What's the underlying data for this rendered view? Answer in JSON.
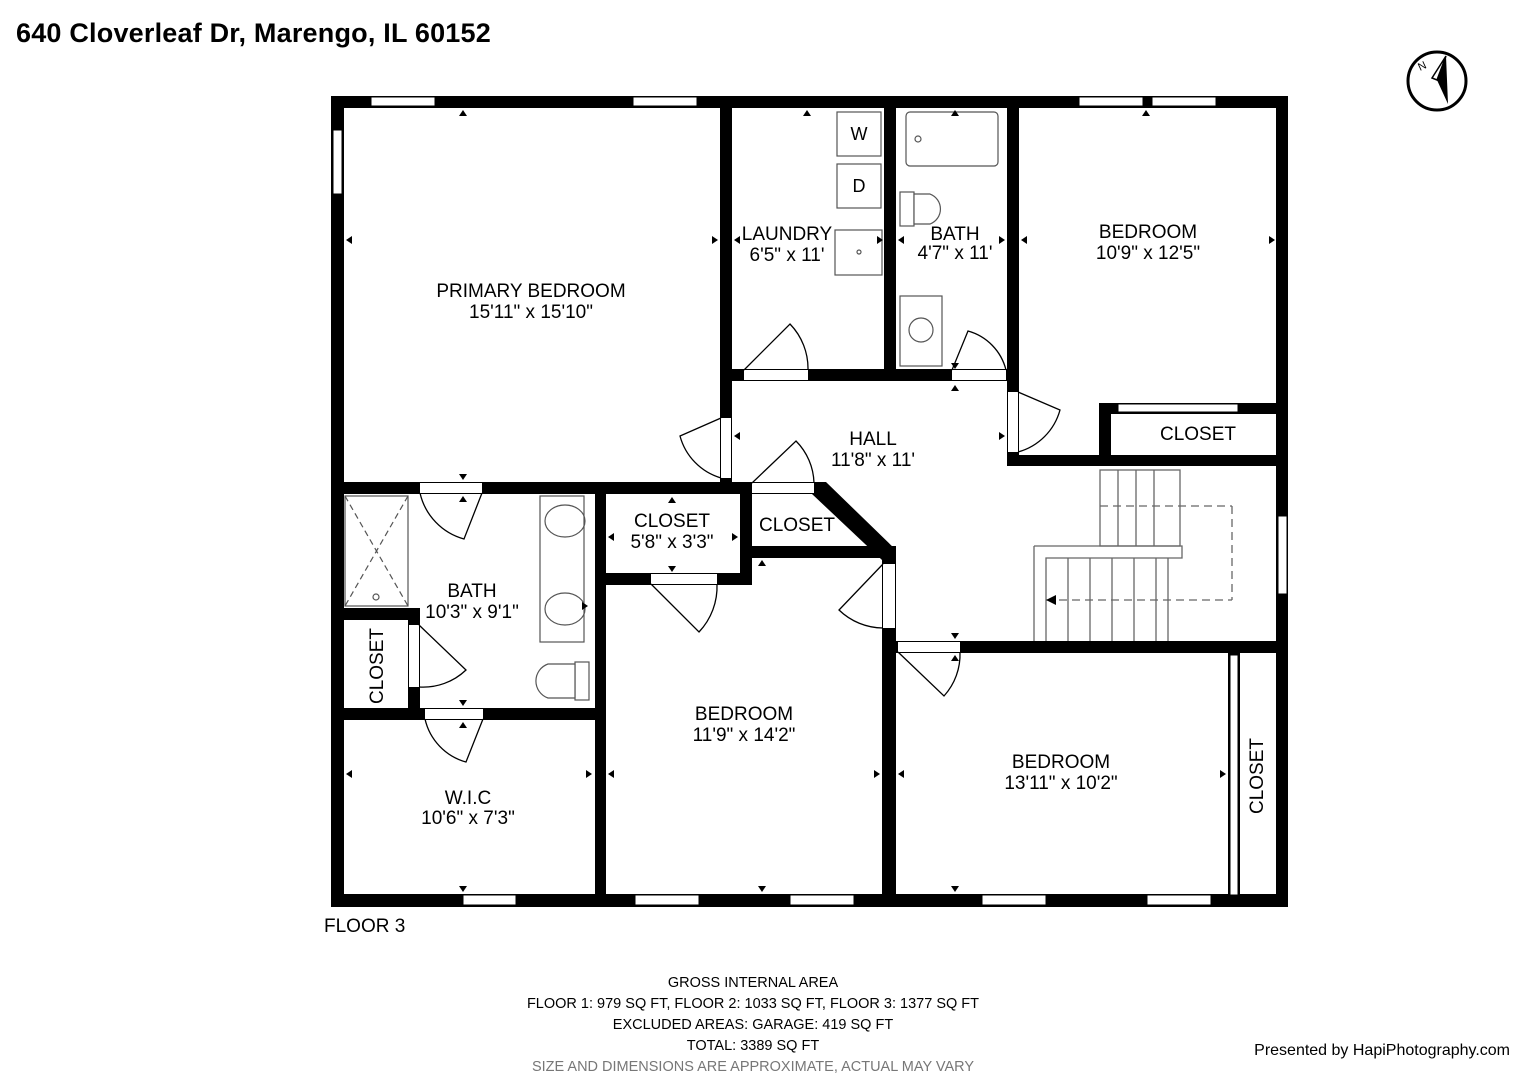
{
  "address": "640 Cloverleaf Dr, Marengo, IL 60152",
  "floor_label": "FLOOR 3",
  "rooms": {
    "primary_bedroom": {
      "name": "PRIMARY BEDROOM",
      "dims": "15'11\" x 15'10\""
    },
    "laundry": {
      "name": "LAUNDRY",
      "dims": "6'5\" x 11'"
    },
    "bath_small": {
      "name": "BATH",
      "dims": "4'7\" x 11'"
    },
    "bedroom_ne": {
      "name": "BEDROOM",
      "dims": "10'9\" x 12'5\""
    },
    "closet_ne": {
      "name": "CLOSET"
    },
    "hall": {
      "name": "HALL",
      "dims": "11'8\" x 11'"
    },
    "closet_mid": {
      "name": "CLOSET",
      "dims": "5'8\" x 3'3\""
    },
    "closet_angled": {
      "name": "CLOSET"
    },
    "bath_primary": {
      "name": "BATH",
      "dims": "10'3\" x 9'1\""
    },
    "closet_vertical_w": {
      "name": "CLOSET"
    },
    "wic": {
      "name": "W.I.C",
      "dims": "10'6\" x 7'3\""
    },
    "bedroom_mid": {
      "name": "BEDROOM",
      "dims": "11'9\" x 14'2\""
    },
    "bedroom_se": {
      "name": "BEDROOM",
      "dims": "13'11\" x 10'2\""
    },
    "closet_vertical_e": {
      "name": "CLOSET"
    }
  },
  "appliances": {
    "washer": "W",
    "dryer": "D"
  },
  "gross_internal_area": {
    "heading": "GROSS INTERNAL AREA",
    "floors": "FLOOR 1: 979 SQ FT, FLOOR 2: 1033 SQ FT, FLOOR 3: 1377 SQ FT",
    "excluded": "EXCLUDED AREAS: GARAGE: 419 SQ FT",
    "total": "TOTAL: 3389 SQ FT",
    "note": "SIZE AND DIMENSIONS ARE APPROXIMATE, ACTUAL MAY VARY"
  },
  "presented_by": "Presented by HapiPhotography.com",
  "compass": {
    "north_letter": "N"
  },
  "colors": {
    "wall": "#000000",
    "window": "#ffffff",
    "fixture_line": "#555555",
    "note_text": "#777777"
  }
}
